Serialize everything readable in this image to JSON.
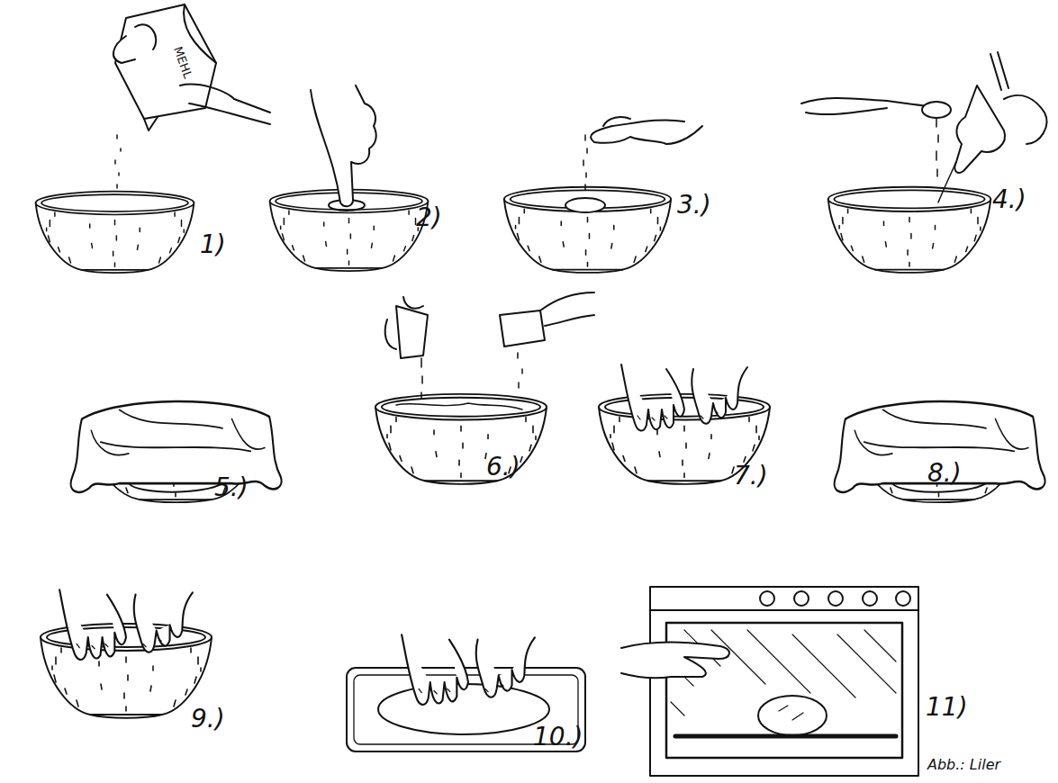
{
  "diagram": {
    "labels": [
      "MEHL",
      "1)",
      "2)",
      "3.)",
      "4.)",
      "5.)",
      "6.)",
      "7.)",
      "8.)",
      "9.)",
      "10.)",
      "11)",
      "Abb.: Liler"
    ]
  }
}
